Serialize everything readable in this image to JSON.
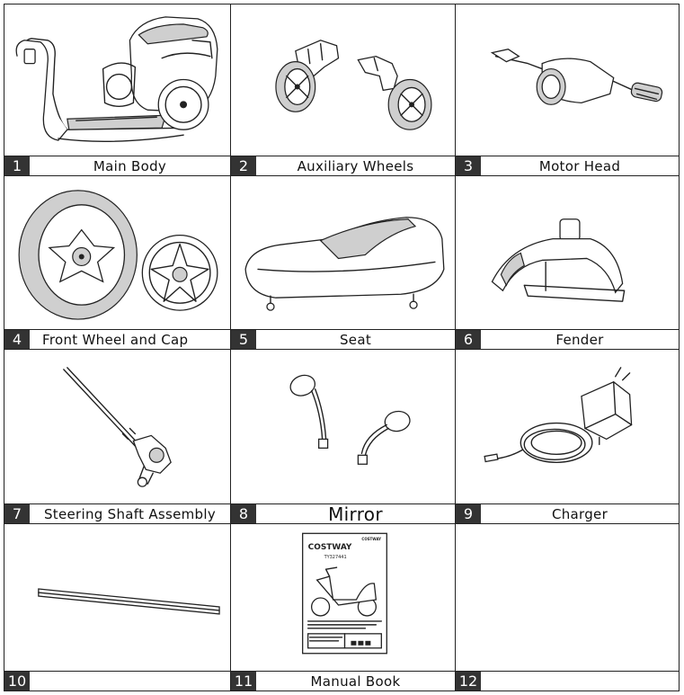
{
  "parts": [
    {
      "number": "1",
      "name": "Main Body"
    },
    {
      "number": "2",
      "name": "Auxiliary  Wheels"
    },
    {
      "number": "3",
      "name": "Motor Head"
    },
    {
      "number": "4",
      "name": "Front Wheel and Cap"
    },
    {
      "number": "5",
      "name": "Seat"
    },
    {
      "number": "6",
      "name": "Fender"
    },
    {
      "number": "7",
      "name": "Steering Shaft Assembly"
    },
    {
      "number": "8",
      "name": "Mirror"
    },
    {
      "number": "9",
      "name": "Charger"
    },
    {
      "number": "10",
      "name": ""
    },
    {
      "number": "11",
      "name": "Manual Book"
    },
    {
      "number": "12",
      "name": ""
    }
  ],
  "manual": {
    "brand": "COSTWAY",
    "model": "TY327441",
    "corner_brand": "COSTWAY"
  }
}
